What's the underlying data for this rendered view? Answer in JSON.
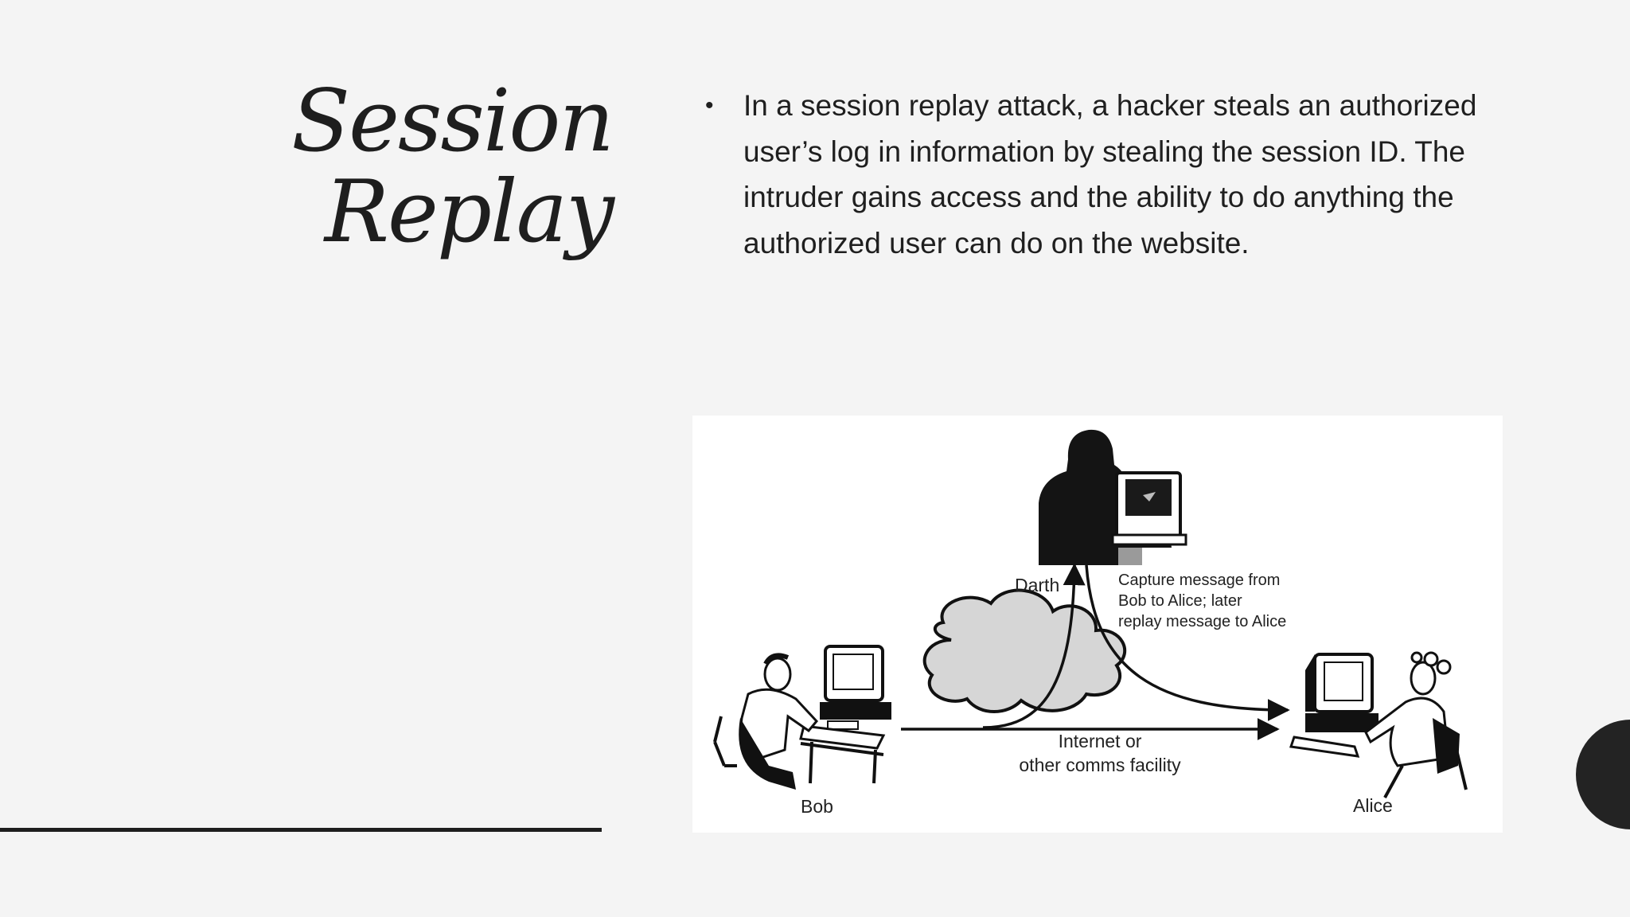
{
  "slide": {
    "title_lines": [
      "Session",
      "Replay"
    ],
    "bullets": [
      "In a session replay attack, a hacker steals an authorized user’s log in information by stealing the session ID. The intruder gains access and the ability to do anything the authorized user can do on the website."
    ]
  },
  "figure": {
    "labels": {
      "darth": "Darth",
      "capture_note": [
        "Capture message from",
        "Bob to Alice; later",
        "replay message to Alice"
      ],
      "network": [
        "Internet or",
        "other comms facility"
      ],
      "bob": "Bob",
      "alice": "Alice"
    }
  },
  "colors": {
    "background": "#f4f4f4",
    "ink": "#1e1e1e",
    "cloud_fill": "#d6d6d6",
    "figure_bg": "#ffffff"
  }
}
